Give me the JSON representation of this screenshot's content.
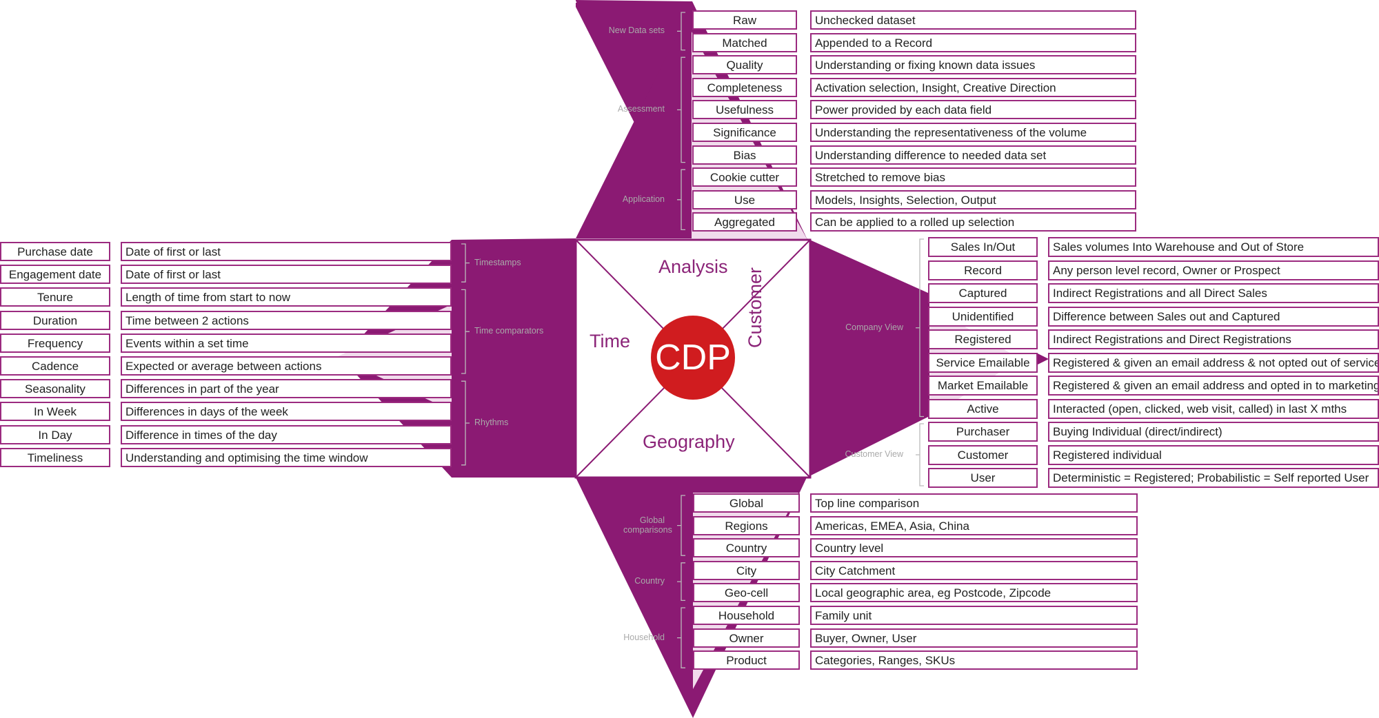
{
  "center": {
    "label": "CDP"
  },
  "quadrants": {
    "top": "Analysis",
    "left": "Time",
    "right": "Customer",
    "bottom": "Geography"
  },
  "colors": {
    "accent": "#8b1a73",
    "light": "#f1dbec",
    "center": "#d01c1f",
    "border": "#9b2a7f"
  },
  "analysis": {
    "groups": [
      {
        "name": "New Data sets",
        "items": [
          {
            "label": "Raw",
            "desc": "Unchecked dataset"
          },
          {
            "label": "Matched",
            "desc": "Appended to a Record"
          }
        ]
      },
      {
        "name": "Assessment",
        "items": [
          {
            "label": "Quality",
            "desc": "Understanding or fixing known data issues"
          },
          {
            "label": "Completeness",
            "desc": "Activation selection, Insight, Creative Direction"
          },
          {
            "label": "Usefulness",
            "desc": "Power provided by each data field"
          },
          {
            "label": "Significance",
            "desc": "Understanding the representativeness of the volume"
          },
          {
            "label": "Bias",
            "desc": "Understanding difference to needed data set"
          }
        ]
      },
      {
        "name": "Application",
        "items": [
          {
            "label": "Cookie cutter",
            "desc": "Stretched to remove bias"
          },
          {
            "label": "Use",
            "desc": "Models, Insights, Selection, Output"
          },
          {
            "label": "Aggregated",
            "desc": "Can be applied to a rolled up selection"
          }
        ]
      }
    ]
  },
  "time": {
    "groups": [
      {
        "name": "Timestamps",
        "items": [
          {
            "label": "Purchase date",
            "desc": "Date of first or last"
          },
          {
            "label": "Engagement date",
            "desc": "Date of first or last"
          }
        ]
      },
      {
        "name": "Time comparators",
        "items": [
          {
            "label": "Tenure",
            "desc": "Length of time from start to now"
          },
          {
            "label": "Duration",
            "desc": "Time between 2 actions"
          },
          {
            "label": "Frequency",
            "desc": "Events within a set time"
          },
          {
            "label": "Cadence",
            "desc": "Expected or average between actions"
          }
        ]
      },
      {
        "name": "Rhythms",
        "items": [
          {
            "label": "Seasonality",
            "desc": "Differences in part of the year"
          },
          {
            "label": "In Week",
            "desc": "Differences in days of the week"
          },
          {
            "label": "In Day",
            "desc": "Difference in times of the day"
          },
          {
            "label": "Timeliness",
            "desc": "Understanding and optimising the time window"
          }
        ]
      }
    ]
  },
  "customer": {
    "groups": [
      {
        "name": "Company View",
        "items": [
          {
            "label": "Sales In/Out",
            "desc": "Sales volumes Into Warehouse and Out of Store"
          },
          {
            "label": "Record",
            "desc": "Any person level record, Owner or Prospect"
          },
          {
            "label": "Captured",
            "desc": "Indirect Registrations and all Direct Sales"
          },
          {
            "label": "Unidentified",
            "desc": "Difference between Sales out and Captured"
          },
          {
            "label": "Registered",
            "desc": "Indirect Registrations and Direct Registrations"
          },
          {
            "label": "Service Emailable",
            "desc": "Registered & given an email address & not opted out of service"
          },
          {
            "label": "Market Emailable",
            "desc": "Registered & given an email address and opted in to marketing"
          },
          {
            "label": "Active",
            "desc": "Interacted (open, clicked, web visit, called) in last X mths"
          }
        ]
      },
      {
        "name": "Customer View",
        "items": [
          {
            "label": "Purchaser",
            "desc": "Buying Individual (direct/indirect)"
          },
          {
            "label": "Customer",
            "desc": "Registered individual"
          },
          {
            "label": "User",
            "desc": "Deterministic = Registered; Probabilistic = Self reported User"
          }
        ]
      }
    ]
  },
  "geography": {
    "groups": [
      {
        "name": "Global comparisons",
        "items": [
          {
            "label": "Global",
            "desc": "Top line comparison"
          },
          {
            "label": "Regions",
            "desc": "Americas, EMEA, Asia, China"
          },
          {
            "label": "Country",
            "desc": "Country level"
          }
        ]
      },
      {
        "name": "Country",
        "items": [
          {
            "label": "City",
            "desc": "City Catchment"
          },
          {
            "label": "Geo-cell",
            "desc": "Local geographic area, eg Postcode, Zipcode"
          }
        ]
      },
      {
        "name": "Household",
        "items": [
          {
            "label": "Household",
            "desc": "Family unit"
          },
          {
            "label": "Owner",
            "desc": "Buyer, Owner, User"
          },
          {
            "label": "Product",
            "desc": "Categories, Ranges, SKUs"
          }
        ]
      }
    ]
  }
}
